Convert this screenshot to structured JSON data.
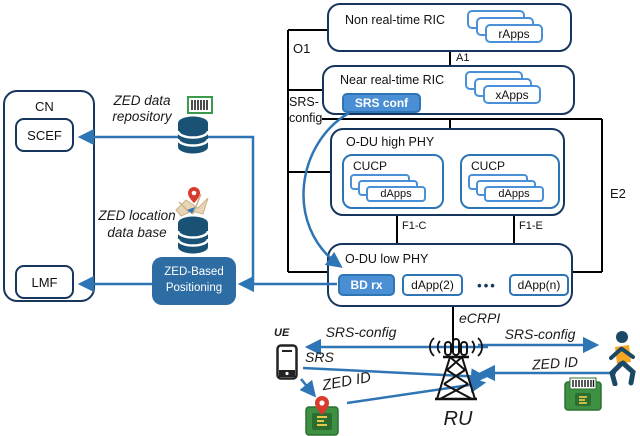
{
  "colors": {
    "box_border": "#17365d",
    "line_blue": "#2e75b6",
    "button_fill": "#4a8fd4",
    "card_border": "#4a90d9",
    "db_fill": "#1a5276",
    "positioning_fill": "#2e6da4"
  },
  "ric": {
    "non_rt": {
      "title": "Non real-time RIC",
      "apps": "rApps"
    },
    "near_rt": {
      "title": "Near real-time RIC",
      "srs_conf": "SRS conf",
      "apps": "xApps"
    }
  },
  "odu_high": {
    "title": "O-DU high PHY",
    "cucp_label": "CUCP",
    "dapps_label": "dApps"
  },
  "odu_low": {
    "title": "O-DU low PHY",
    "bd_rx": "BD rx",
    "dapp2": "dApp(2)",
    "dots": "•••",
    "dappn": "dApp(n)"
  },
  "interfaces": {
    "o1": "O1",
    "a1": "A1",
    "srs_config_line1": "SRS-",
    "srs_config_line2": "config",
    "f1c": "F1-C",
    "f1e": "F1-E",
    "e2": "E2",
    "ecrpi": "eCRPI"
  },
  "cn": {
    "title": "CN",
    "scef": "SCEF",
    "lmf": "LMF"
  },
  "zed": {
    "repo_line1": "ZED data",
    "repo_line2": "repository",
    "loc_line1": "ZED location",
    "loc_line2": "data base",
    "positioning_line1": "ZED-Based",
    "positioning_line2": "Positioning"
  },
  "bottom": {
    "ue": "UE",
    "srs_config_left": "SRS-config",
    "srs": "SRS",
    "zed_id_left": "ZED ID",
    "srs_config_right": "SRS-config",
    "zed_id_right": "ZED ID",
    "ru": "RU"
  }
}
